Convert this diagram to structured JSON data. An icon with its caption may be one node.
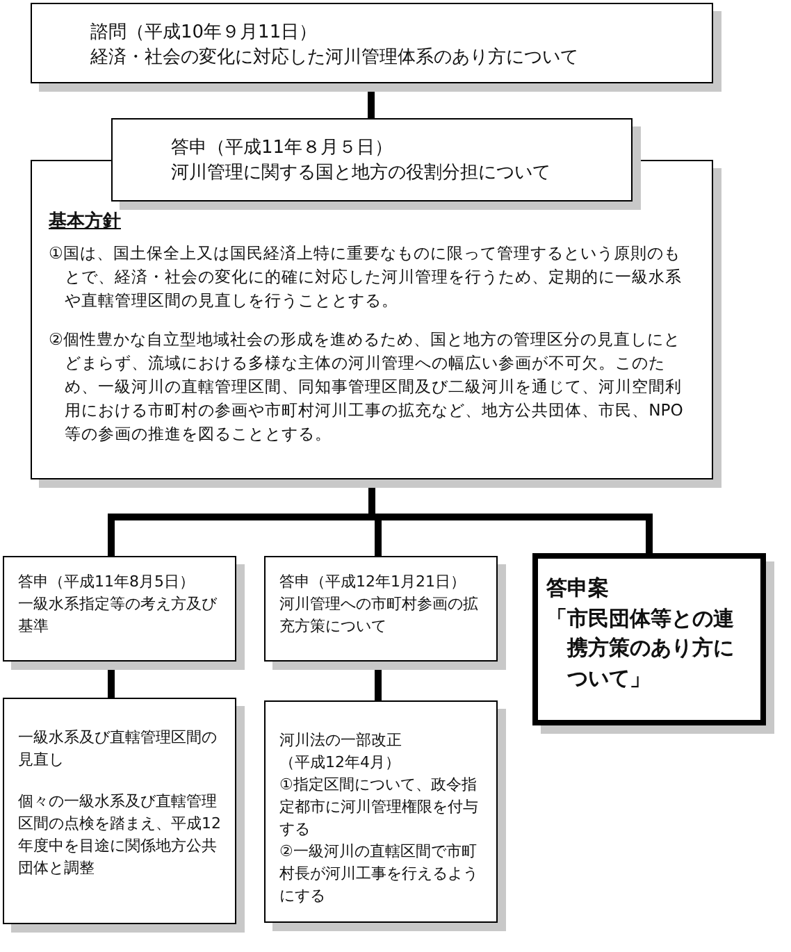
{
  "diagram": {
    "nodes": [
      {
        "text": [
          "諮問（平成10年９月11日）",
          "経済・社会の変化に対応した河川管理体系のあり方について"
        ]
      },
      {
        "text": [
          "答申（平成11年８月５日）",
          "河川管理に関する国と地方の役割分担について"
        ]
      },
      {
        "text": [
          "基本方針",
          "①国は、国土保全上又は国民経済上特に重要なものに限って管理するという原則のもとで、経済・社会の変化に的確に対応した河川管理を行うため、定期的に一級水系や直轄管理区間の見直しを行うこととする。",
          "②個性豊かな自立型地域社会の形成を進めるため、国と地方の管理区分の見直しにとどまらず、流域における多様な主体の河川管理への幅広い参画が不可欠。このため、一級河川の直轄管理区間、同知事管理区間及び二級河川を通じて、河川空間利用における市町村の参画や市町村河川工事の拡充など、地方公共団体、市民、NPO等の参画の推進を図ることとする。"
        ]
      },
      {
        "text": [
          "答申（平成11年8月5日）",
          "一級水系指定等の考え方及び基準"
        ]
      },
      {
        "text": [
          "答申（平成12年1月21日）",
          "河川管理への市町村参画の拡充方策について"
        ]
      },
      {
        "text": [
          "答申案",
          "「市民団体等との連携方策のあり方について」"
        ]
      },
      {
        "text": [
          "一級水系及び直轄管理区間の見直し",
          "個々の一級水系及び直轄管理区間の点検を踏まえ、平成12年度中を目途に関係地方公共団体と調整"
        ]
      },
      {
        "text": [
          "河川法の一部改正",
          "（平成12年4月）",
          "①指定区間について、政令指定都市に河川管理権限を付与する",
          "②一級河川の直轄区間で市町村長が河川工事を行えるようにする"
        ]
      }
    ],
    "edges": [
      {
        "from": 0,
        "to": 1,
        "arrow": "none"
      },
      {
        "from": 2,
        "to": 3,
        "arrow": "none"
      },
      {
        "from": 2,
        "to": 4,
        "arrow": "none"
      },
      {
        "from": 2,
        "to": 5,
        "arrow": "none"
      },
      {
        "from": 3,
        "to": 6,
        "arrow": "none"
      },
      {
        "from": 4,
        "to": 7,
        "arrow": "none"
      }
    ]
  }
}
